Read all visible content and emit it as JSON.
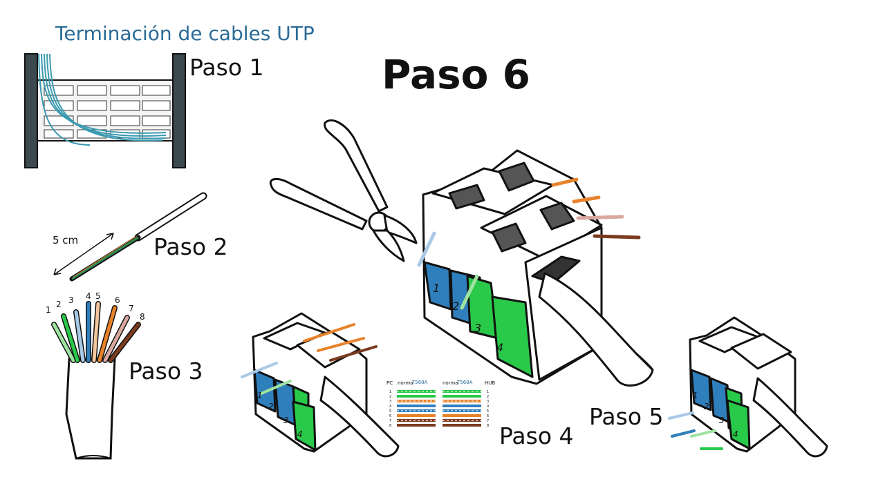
{
  "title": "Terminación de cables UTP",
  "steps": {
    "paso1": "Paso 1",
    "paso2": "Paso 2",
    "paso3": "Paso 3",
    "paso4": "Paso 4",
    "paso5": "Paso 5",
    "paso6": "Paso 6"
  },
  "measure": "5 cm",
  "wire_numbers": [
    "1",
    "2",
    "3",
    "4",
    "5",
    "6",
    "7",
    "8"
  ],
  "jack_sections": [
    "1",
    "2",
    "3",
    "4"
  ],
  "norm_table": {
    "left_label": "PC",
    "right_label": "HUB",
    "norm_prefix": "norma",
    "norm_name": "T568A",
    "rows": [
      "1",
      "2",
      "3",
      "4",
      "5",
      "6",
      "7",
      "8"
    ]
  },
  "colors": {
    "title": "#2a6b97",
    "blue": "#2f7fbd",
    "green": "#29c94a",
    "orange": "#e8822a",
    "brown": "#7a3b1e",
    "rack": "#3c4a50"
  }
}
